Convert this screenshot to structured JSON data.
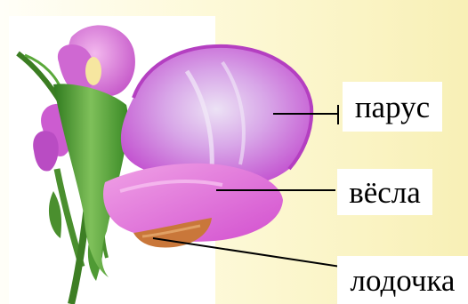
{
  "labels": {
    "sail": "парус",
    "oars": "вёсла",
    "keel": "лодочка"
  },
  "colors": {
    "background": "#fdf9d6",
    "petal": "#d45ed8",
    "petal_light": "#e6b8ef",
    "stem": "#3f8f2c",
    "keel_orange": "#c97a3a"
  }
}
